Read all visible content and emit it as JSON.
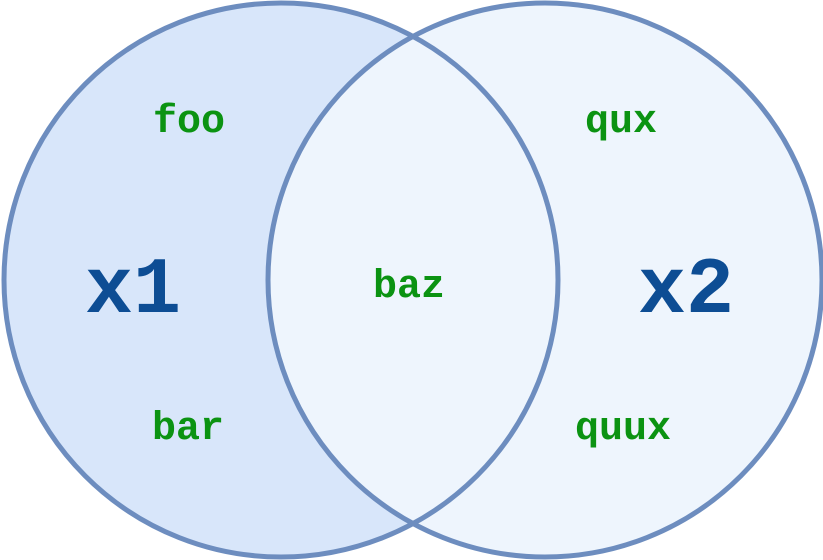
{
  "colors": {
    "left_fill": "#d8e6fa",
    "right_fill": "#eef5fd",
    "overlap_fill": "#eef5fd",
    "stroke": "#6d8dbf",
    "set_label": "#0d4d94",
    "item_label": "#0b9312"
  },
  "sets": {
    "x1": {
      "label": "x1",
      "only_items": [
        "foo",
        "bar"
      ]
    },
    "x2": {
      "label": "x2",
      "only_items": [
        "qux",
        "quux"
      ]
    },
    "intersection": {
      "items": [
        "baz"
      ]
    }
  }
}
